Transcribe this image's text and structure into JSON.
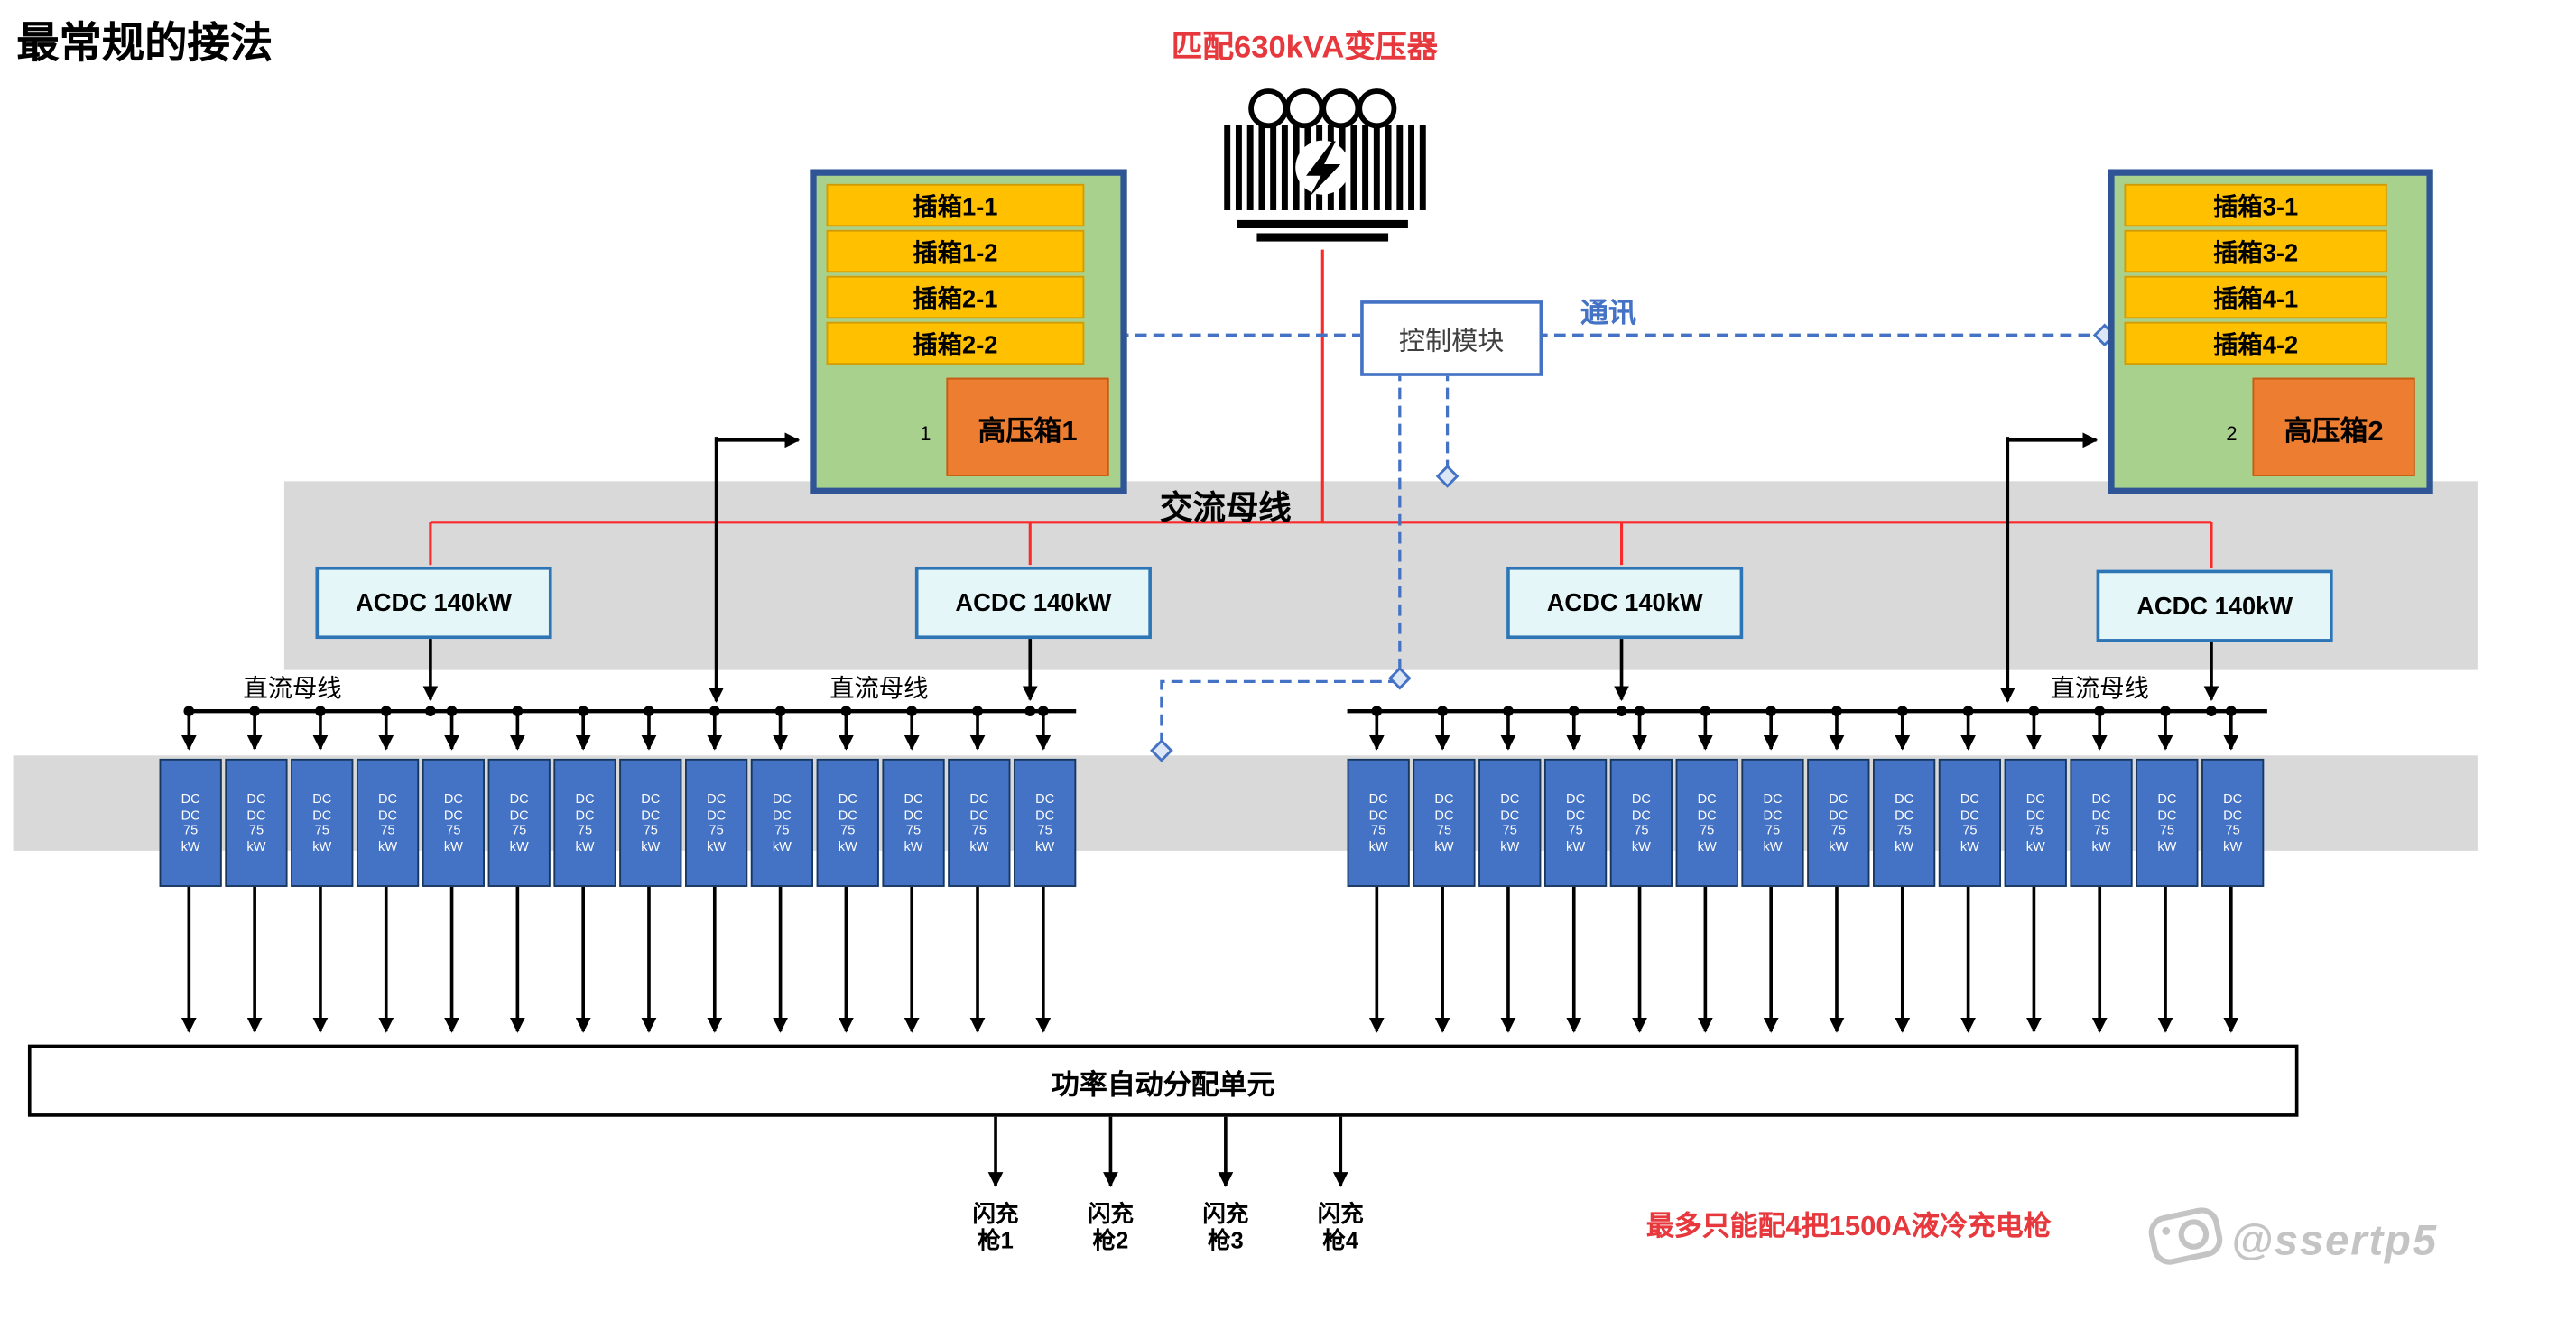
{
  "title": "最常规的接法",
  "transformer_label": "匹配630kVA变压器",
  "cabinets": [
    {
      "slots": [
        "插箱1-1",
        "插箱1-2",
        "插箱2-1",
        "插箱2-2"
      ],
      "hv_label": "高压箱1",
      "number": "1"
    },
    {
      "slots": [
        "插箱3-1",
        "插箱3-2",
        "插箱4-1",
        "插箱4-2"
      ],
      "hv_label": "高压箱2",
      "number": "2"
    }
  ],
  "control_module_label": "控制模块",
  "comm_label": "通讯",
  "ac_bus_label": "交流母线",
  "acdc_units": [
    "ACDC 140kW",
    "ACDC 140kW",
    "ACDC 140kW",
    "ACDC 140kW"
  ],
  "dc_bus_labels": [
    "直流母线",
    "直流母线",
    "直流母线"
  ],
  "dcdc_module": {
    "lines": [
      "DC",
      "DC",
      "75",
      "kW"
    ],
    "count_left": 14,
    "count_right": 14
  },
  "pdu_label": "功率自动分配单元",
  "guns": [
    [
      "闪充",
      "枪1"
    ],
    [
      "闪充",
      "枪2"
    ],
    [
      "闪充",
      "枪3"
    ],
    [
      "闪充",
      "枪4"
    ]
  ],
  "note": "最多只能配4把1500A液冷充电枪",
  "watermark": "@ssertp5",
  "colors": {
    "accent_red": "#e7383d",
    "line_red": "#fb2a2a",
    "comm_blue": "#4472c4",
    "cabinet_border_blue": "#2f5597",
    "cabinet_green": "#a9d18e",
    "slot_orange": "#ffc000",
    "hv_orange": "#ed7d31",
    "module_blue": "#4472c4",
    "acdc_cyan": "#e4f6f7",
    "band_gray": "#d9d9d9"
  }
}
